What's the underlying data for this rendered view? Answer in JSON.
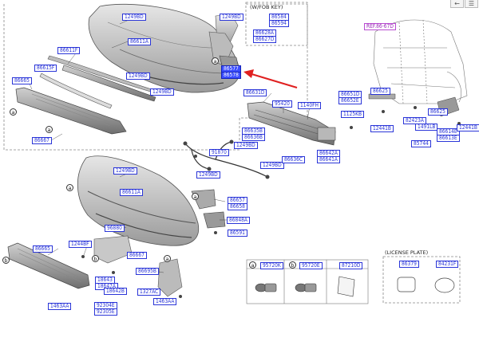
{
  "notes": {
    "fob_key": "(W/FOB KEY)",
    "license_plate": "(LICENSE PLATE)"
  },
  "callouts": {
    "a": "a",
    "b": "b"
  },
  "labels": [
    {
      "id": "l01",
      "text": "1249BD"
    },
    {
      "id": "l02",
      "text": "1249BD"
    },
    {
      "id": "l03",
      "text": "86584"
    },
    {
      "id": "l04",
      "text": "86594"
    },
    {
      "id": "l05",
      "text": "86628A"
    },
    {
      "id": "l06",
      "text": "86627D"
    },
    {
      "id": "l07",
      "text": "86611A"
    },
    {
      "id": "l08",
      "text": "86611F"
    },
    {
      "id": "l09",
      "text": "86615F"
    },
    {
      "id": "l10",
      "text": "86665"
    },
    {
      "id": "l11",
      "text": "1249BD"
    },
    {
      "id": "l12",
      "text": "1249BD"
    },
    {
      "id": "l13",
      "text": "86667"
    },
    {
      "id": "l14",
      "text": "86577"
    },
    {
      "id": "l15",
      "text": "86578"
    },
    {
      "id": "l16",
      "text": "REF.86-67D"
    },
    {
      "id": "l17",
      "text": "86631D"
    },
    {
      "id": "l18",
      "text": "95420"
    },
    {
      "id": "l19",
      "text": "1140FH"
    },
    {
      "id": "l20",
      "text": "1125KB"
    },
    {
      "id": "l21",
      "text": "86635B"
    },
    {
      "id": "l22",
      "text": "86636B"
    },
    {
      "id": "l23",
      "text": "1249BD"
    },
    {
      "id": "l24",
      "text": "91870"
    },
    {
      "id": "l25",
      "text": "1249BD"
    },
    {
      "id": "l26",
      "text": "86636C"
    },
    {
      "id": "l27",
      "text": "86642A"
    },
    {
      "id": "l28",
      "text": "86641A"
    },
    {
      "id": "l29",
      "text": "86651D"
    },
    {
      "id": "l30",
      "text": "86652E"
    },
    {
      "id": "l31",
      "text": "86625"
    },
    {
      "id": "l32",
      "text": "12441B"
    },
    {
      "id": "l33",
      "text": "82423A"
    },
    {
      "id": "l34",
      "text": "1491LB"
    },
    {
      "id": "l35",
      "text": "86625"
    },
    {
      "id": "l36",
      "text": "86614E"
    },
    {
      "id": "l37",
      "text": "86613E"
    },
    {
      "id": "l38",
      "text": "12441B"
    },
    {
      "id": "l39",
      "text": "85744"
    },
    {
      "id": "l40",
      "text": "1249BD"
    },
    {
      "id": "l41",
      "text": "86611A"
    },
    {
      "id": "l42",
      "text": "1249BD"
    },
    {
      "id": "l43",
      "text": "86657"
    },
    {
      "id": "l44",
      "text": "86658"
    },
    {
      "id": "l45",
      "text": "86848A"
    },
    {
      "id": "l46",
      "text": "86591"
    },
    {
      "id": "l47",
      "text": "96880"
    },
    {
      "id": "l48",
      "text": "1244BF"
    },
    {
      "id": "l49",
      "text": "86665"
    },
    {
      "id": "l50",
      "text": "86667"
    },
    {
      "id": "l51",
      "text": "86695B"
    },
    {
      "id": "l52",
      "text": "18643"
    },
    {
      "id": "l53",
      "text": "18647A"
    },
    {
      "id": "l54",
      "text": "18642B"
    },
    {
      "id": "l55",
      "text": "1327AC"
    },
    {
      "id": "l56",
      "text": "1463AA"
    },
    {
      "id": "l57",
      "text": "92304E"
    },
    {
      "id": "l58",
      "text": "92305E"
    },
    {
      "id": "l59",
      "text": "1463AA"
    },
    {
      "id": "l60",
      "text": "95720K"
    },
    {
      "id": "l61",
      "text": "95720E"
    },
    {
      "id": "l62",
      "text": "87210D"
    },
    {
      "id": "l63",
      "text": "86379"
    },
    {
      "id": "l64",
      "text": "84231F"
    }
  ],
  "toolbar": {
    "back_icon": "arrow-left-icon",
    "menu_icon": "menu-icon"
  },
  "colors": {
    "label_border": "#2a35d8",
    "highlight": "#3a4cff",
    "arrow": "#e02020"
  }
}
